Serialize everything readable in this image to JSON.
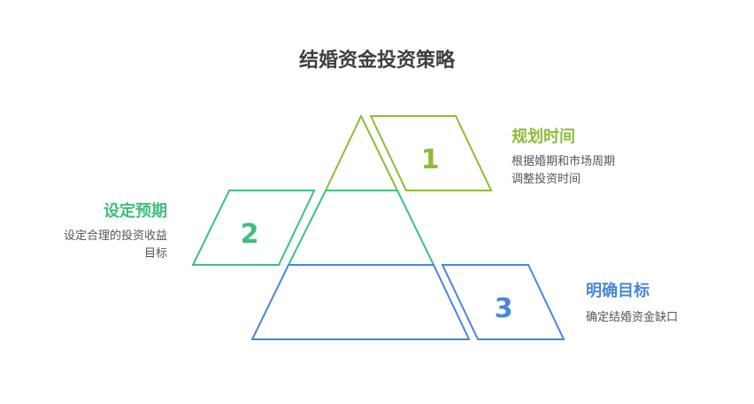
{
  "title": "结婚资金投资策略",
  "colors": {
    "green_light": "#8fbb3a",
    "green": "#3fbf7f",
    "blue": "#4a86d8",
    "text": "#3f3f3f",
    "desc": "#555555"
  },
  "steps": [
    {
      "number": "1",
      "title": "规划时间",
      "desc_lines": [
        "根据婚期和市场周期",
        "调整投资时间"
      ]
    },
    {
      "number": "2",
      "title": "设定预期",
      "desc_lines": [
        "设定合理的投资收益",
        "目标"
      ]
    },
    {
      "number": "3",
      "title": "明确目标",
      "desc_lines": [
        "确定结婚资金缺口"
      ]
    }
  ]
}
